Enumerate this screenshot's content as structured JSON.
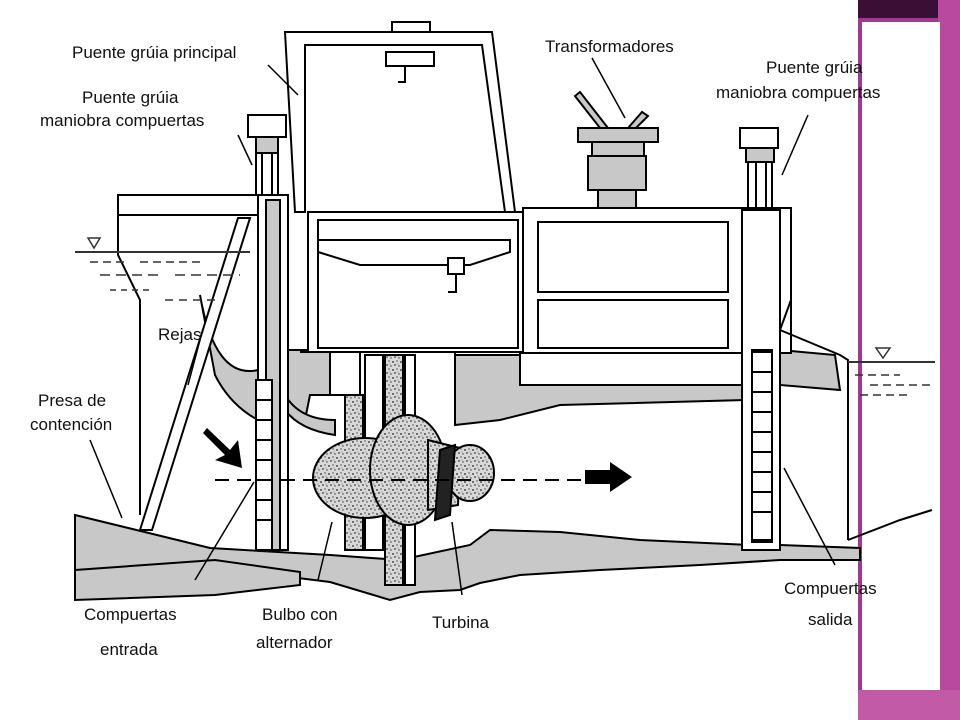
{
  "colors": {
    "frame_accent": "#a03a8c",
    "frame_dark": "#3b0f35",
    "structure_gray": "#c8c8c8",
    "water_line": "#555555",
    "ink": "#000000"
  },
  "labels": {
    "main_crane": "Puente grúia principal",
    "gate_crane_left_1": "Puente grúia",
    "gate_crane_left_2": "maniobra compuertas",
    "transformers": "Transformadores",
    "gate_crane_right_1": "Puente grúia",
    "gate_crane_right_2": "maniobra compuertas",
    "racks": "Rejas",
    "dam_1": "Presa de",
    "dam_2": "contención",
    "inlet_gates_1": "Compuertas",
    "inlet_gates_2": "entrada",
    "bulb_1": "Bulbo con",
    "bulb_2": "alternador",
    "turbine": "Turbina",
    "outlet_gates_1": "Compuertas",
    "outlet_gates_2": "salida"
  }
}
